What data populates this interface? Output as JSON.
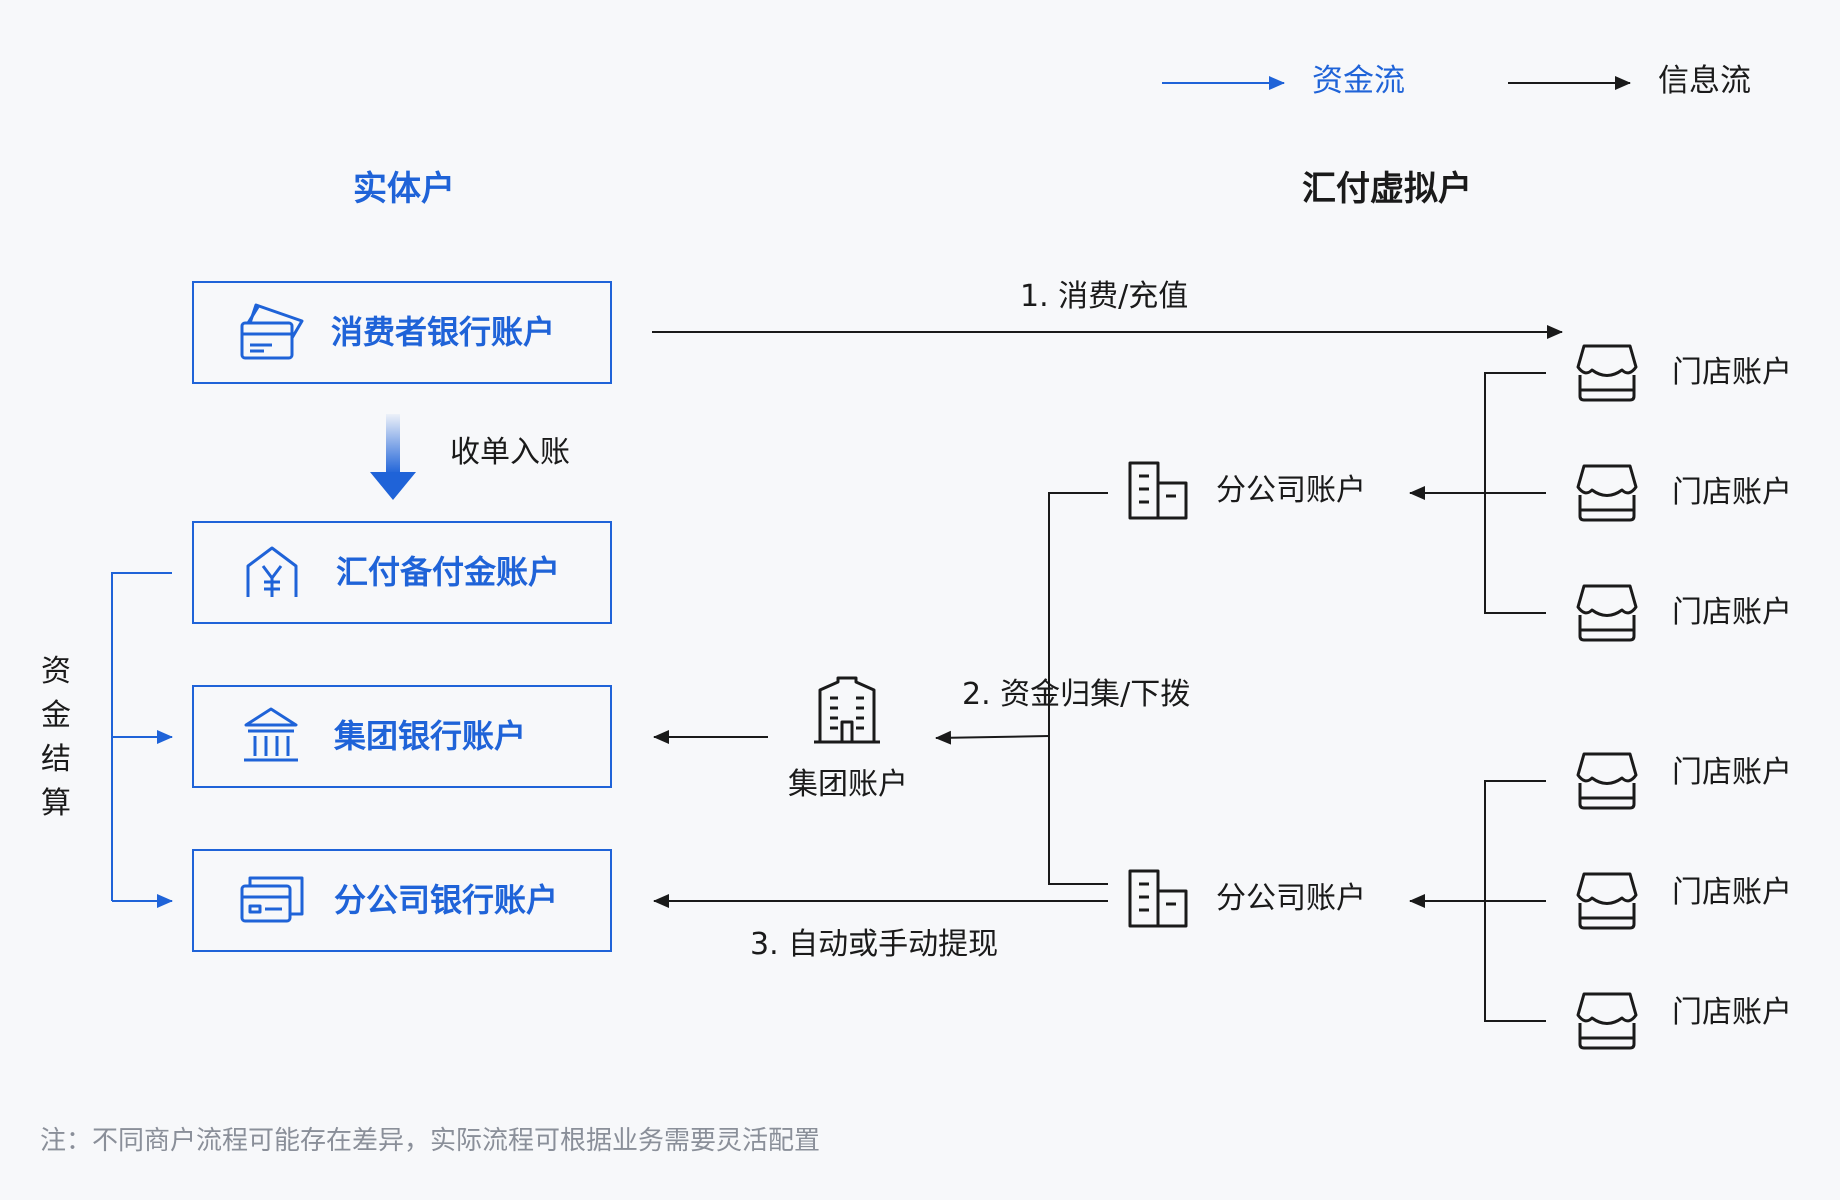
{
  "legend": {
    "money_flow": "资金流",
    "info_flow": "信息流"
  },
  "colors": {
    "accent": "#1f63d8",
    "line": "#1a1a1a",
    "note": "#8a8f99",
    "background": "#f7f8fa"
  },
  "headers": {
    "entity": "实体户",
    "virtual": "汇付虚拟户"
  },
  "entity_accounts": {
    "consumer_bank": "消费者银行账户",
    "huifu_reserve": "汇付备付金账户",
    "group_bank": "集团银行账户",
    "branch_bank": "分公司银行账户"
  },
  "steps": {
    "acquiring": "收单入账",
    "step1": "1. 消费/充值",
    "step2": "2. 资金归集/下拨",
    "step3": "3. 自动或手动提现"
  },
  "virtual_accounts": {
    "group": "集团账户",
    "branch_top": "分公司账户",
    "branch_bottom": "分公司账户",
    "stores": [
      "门店账户",
      "门店账户",
      "门店账户",
      "门店账户",
      "门店账户",
      "门店账户"
    ]
  },
  "settlement_label": "资金结算",
  "note": "注：不同商户流程可能存在差异，实际流程可根据业务需要灵活配置",
  "icons": {
    "consumer_bank": "credit-cards-icon",
    "huifu_reserve": "yuan-house-icon",
    "group_bank": "bank-building-icon",
    "branch_bank": "card-wallet-icon",
    "group": "office-tower-icon",
    "branch": "buildings-icon",
    "store": "storefront-icon"
  }
}
